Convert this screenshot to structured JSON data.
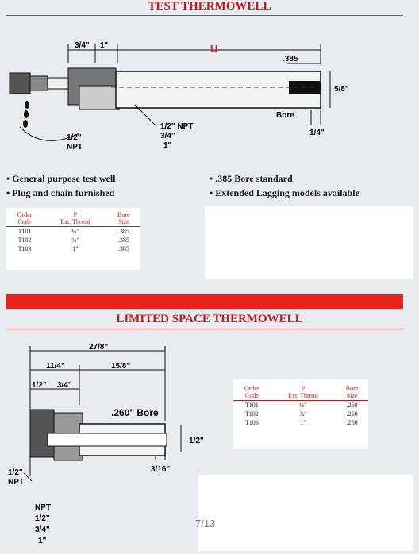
{
  "top": {
    "title": "TEST THERMOWELL",
    "diagram": {
      "dim_a": "3/4\"",
      "dim_b": "1\"",
      "dim_u": "U",
      "bore_dia": ".385",
      "bore_label": "Bore",
      "od": "5/8\"",
      "tip": "1/4\"",
      "npt_small": "1/2\"",
      "npt_small_sub": "NPT",
      "npt_list_title": "1/2\" NPT",
      "npt_list": [
        "3/4\"",
        "1\""
      ]
    },
    "bullets_left": [
      "General purpose test well",
      "Plug and chain furnished"
    ],
    "bullets_right": [
      ".385 Bore standard",
      "Extended Lagging models available"
    ],
    "table": {
      "headers": [
        [
          "Order",
          "Code"
        ],
        [
          "P",
          "Ext. Thread"
        ],
        [
          "Bore",
          "Size"
        ]
      ],
      "rows": [
        [
          "T101",
          "½\"",
          ".385"
        ],
        [
          "T102",
          "¾\"",
          ".385"
        ],
        [
          "T103",
          "1\"",
          ".385"
        ]
      ]
    }
  },
  "bottom": {
    "title": "LIMITED SPACE THERMOWELL",
    "diagram": {
      "overall": "27/8\"",
      "left": "11/4\"",
      "right": "15/8\"",
      "d_half": "1/2\"",
      "d_three_quarter": "3/4\"",
      "bore": ".260\" Bore",
      "od": "1/2\"",
      "tip": "3/16\"",
      "npt_side": "1/2\"",
      "npt_side_sub": "NPT",
      "npt_list_title": "NPT",
      "npt_list": [
        "1/2\"",
        "3/4\"",
        "1\""
      ]
    },
    "table": {
      "headers": [
        [
          "Order",
          "Code"
        ],
        [
          "P",
          "Ext. Thread"
        ],
        [
          "Bore",
          "Size"
        ]
      ],
      "rows": [
        [
          "T101",
          "½\"",
          ".260"
        ],
        [
          "T102",
          "¾\"",
          ".260"
        ],
        [
          "T103",
          "1\"",
          ".260"
        ]
      ]
    }
  },
  "page_indicator": "7/13"
}
